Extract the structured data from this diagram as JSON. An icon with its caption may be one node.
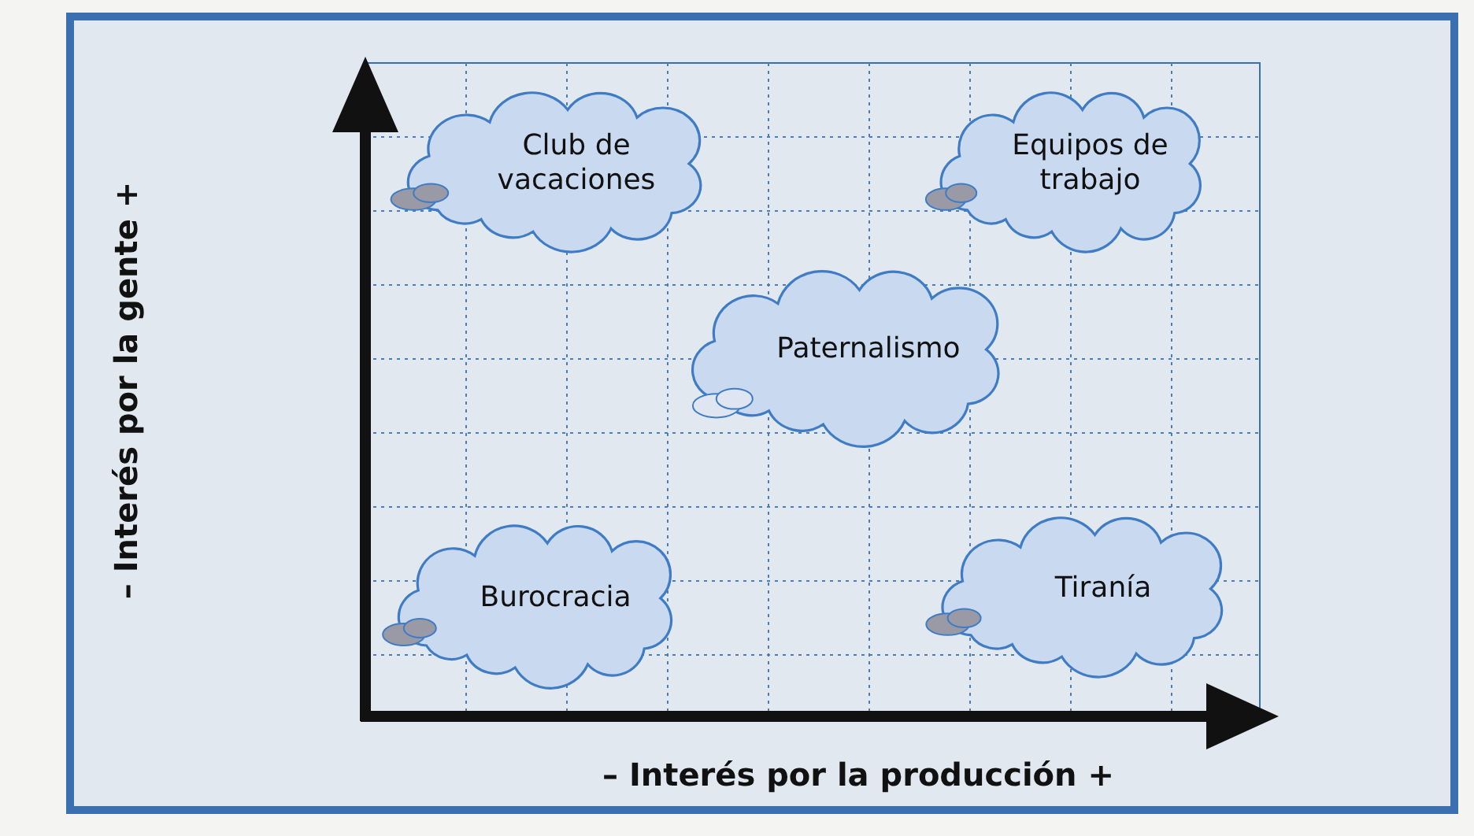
{
  "diagram": {
    "nodes": [
      {
        "text": [
          "Club de vacaciones"
        ]
      },
      {
        "text": [
          "Equipos de trabajo"
        ]
      },
      {
        "text": [
          "Paternalismo"
        ]
      },
      {
        "text": [
          "Burocracia"
        ]
      },
      {
        "text": [
          "Tiranía"
        ]
      }
    ],
    "edges": [],
    "labels": [
      "– Interés por la gente +",
      "– Interés por la producción +"
    ]
  }
}
